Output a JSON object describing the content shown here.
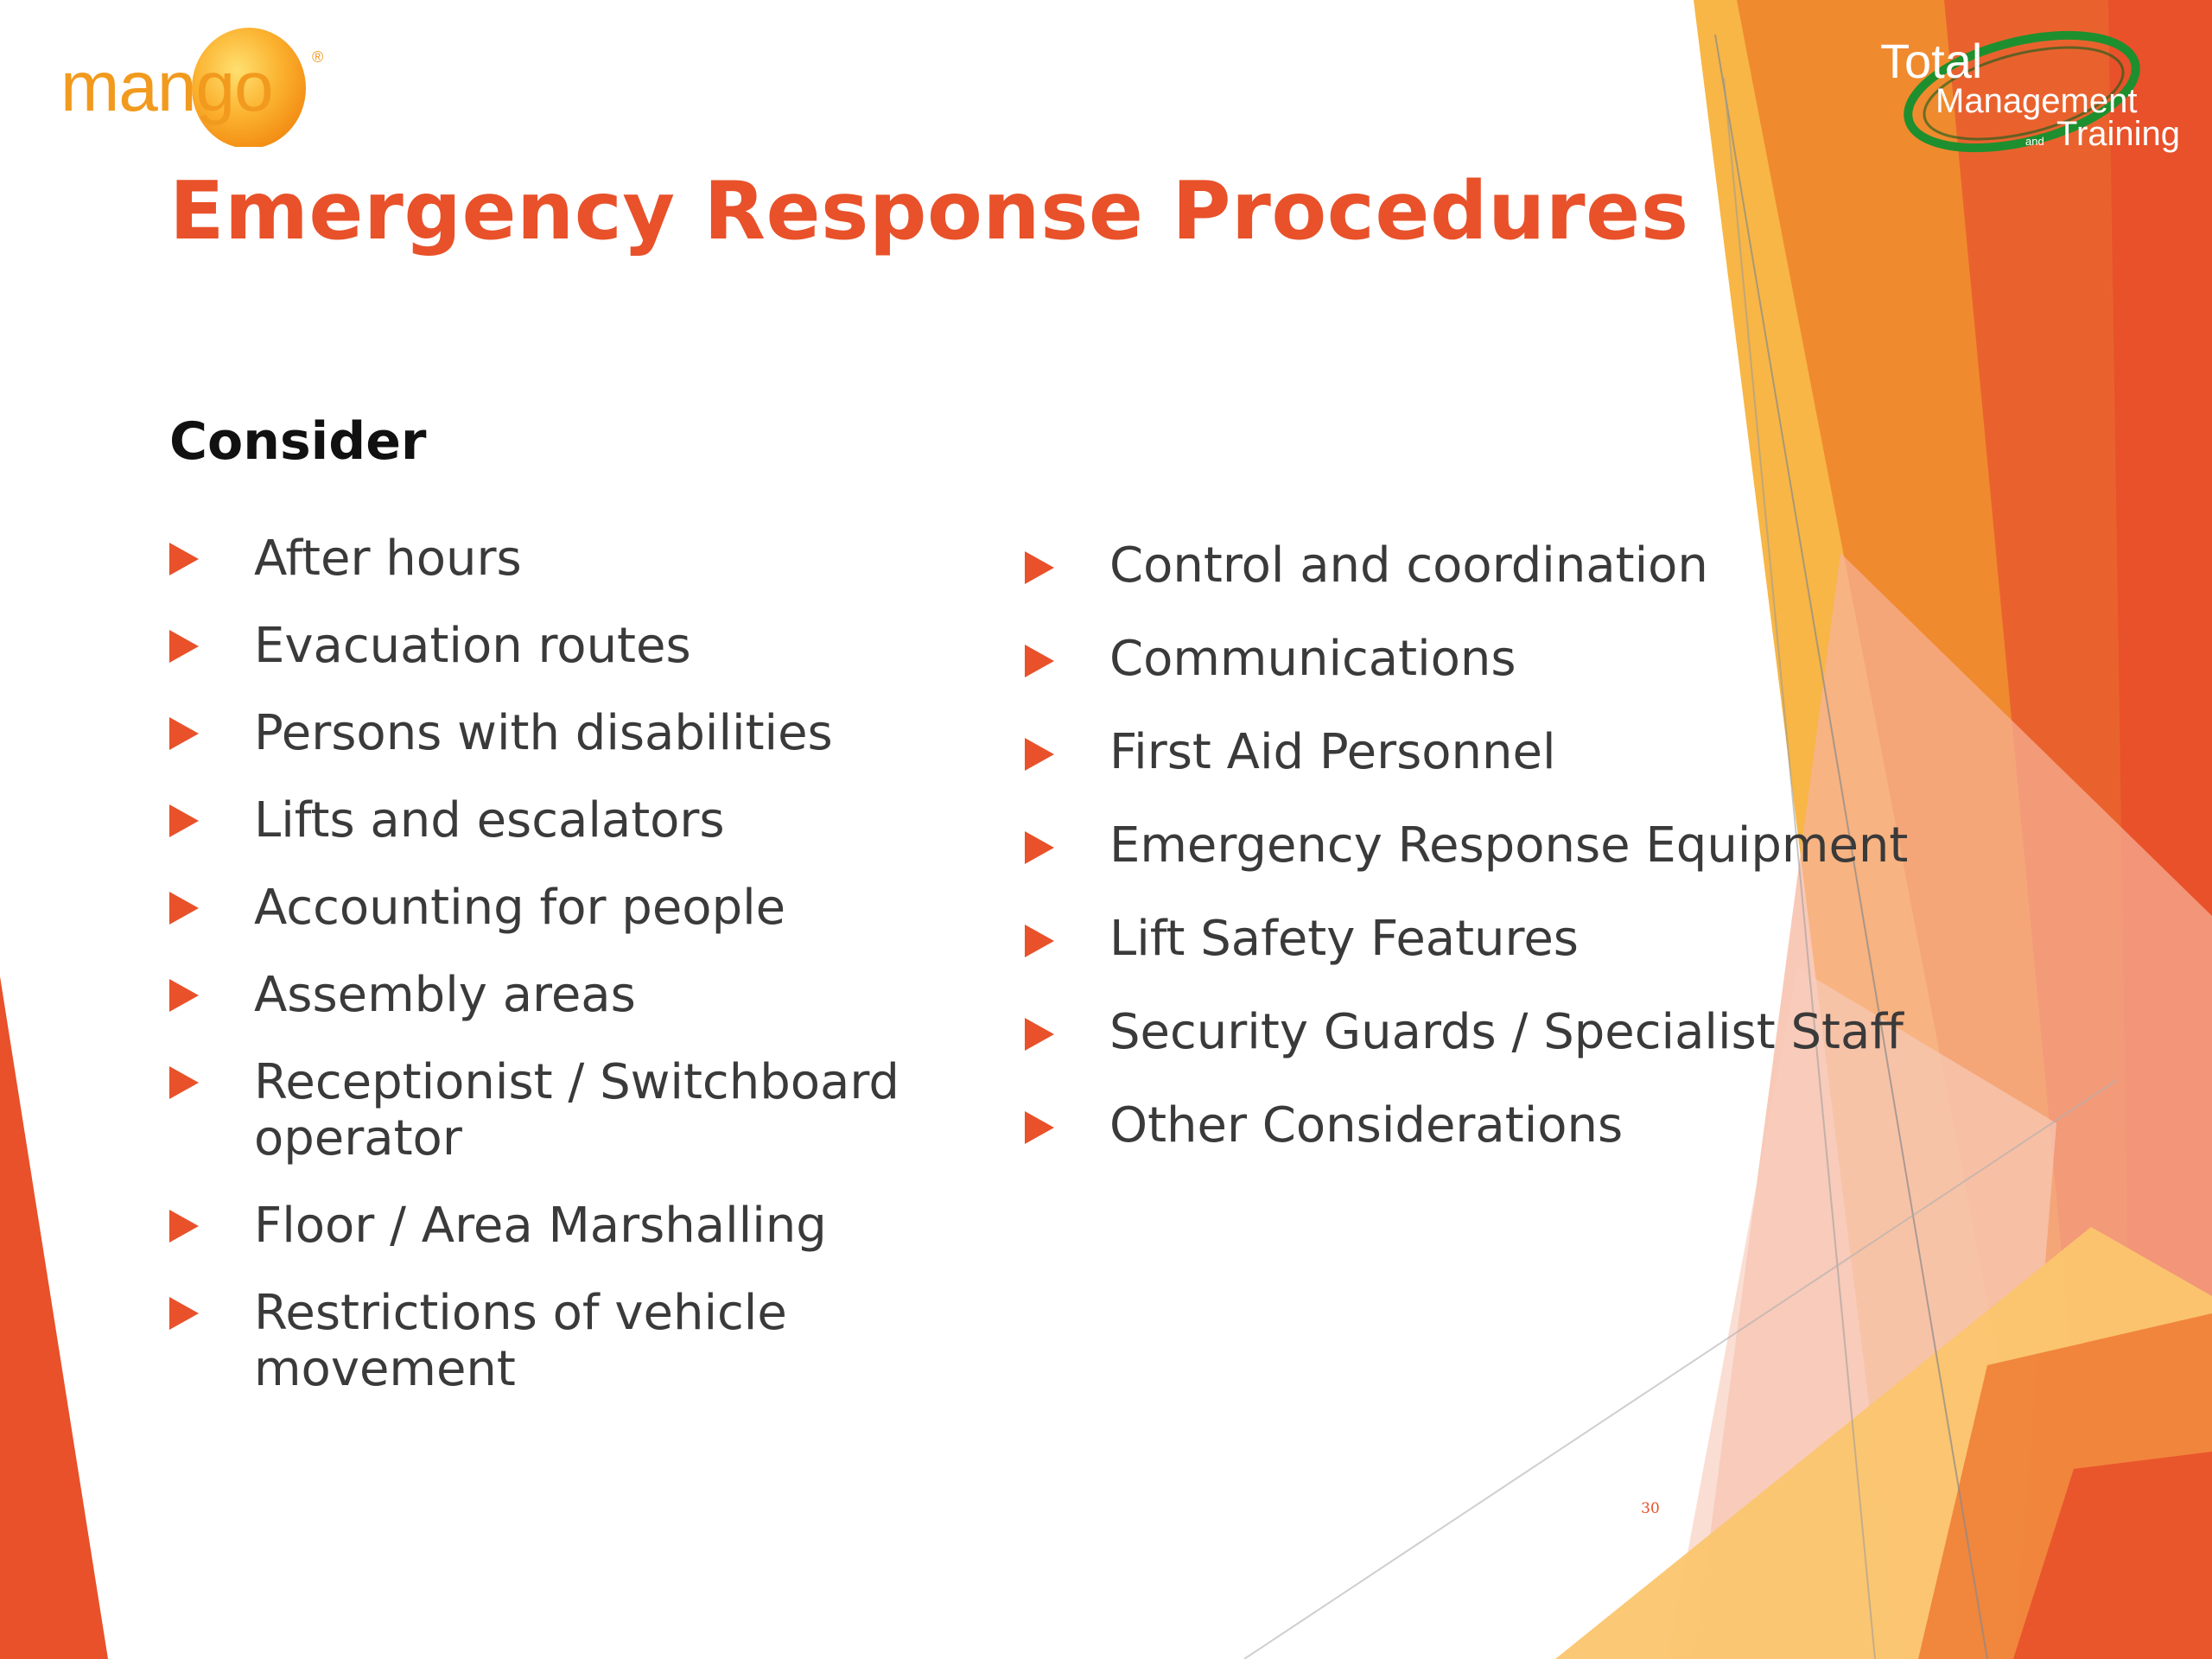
{
  "brand": {
    "mango_logo_text": "mango",
    "mango_registered": "®",
    "tmt_logo_line1": "Total",
    "tmt_logo_line2": "Management",
    "tmt_logo_small": "and",
    "tmt_logo_line3": "Training"
  },
  "title": "Emergency Response Procedures",
  "subheading": "Consider",
  "left_items": [
    "After hours",
    "Evacuation routes",
    "Persons with disabilities",
    "Lifts and escalators",
    "Accounting for people",
    "Assembly areas",
    "Receptionist / Switchboard operator",
    "Floor / Area Marshalling",
    "Restrictions of vehicle movement"
  ],
  "right_items": [
    "Control and coordination",
    "Communications",
    "First Aid Personnel",
    "Emergency Response Equipment",
    "Lift Safety Features",
    "Security Guards / Specialist Staff",
    "Other Considerations"
  ],
  "page_number": "30",
  "colors": {
    "accent": "#E8512A",
    "orange_light": "#F5A83B",
    "orange_pale": "#FBC56E",
    "peach": "#F4B8A8",
    "logo_green": "#1E8F2E"
  }
}
